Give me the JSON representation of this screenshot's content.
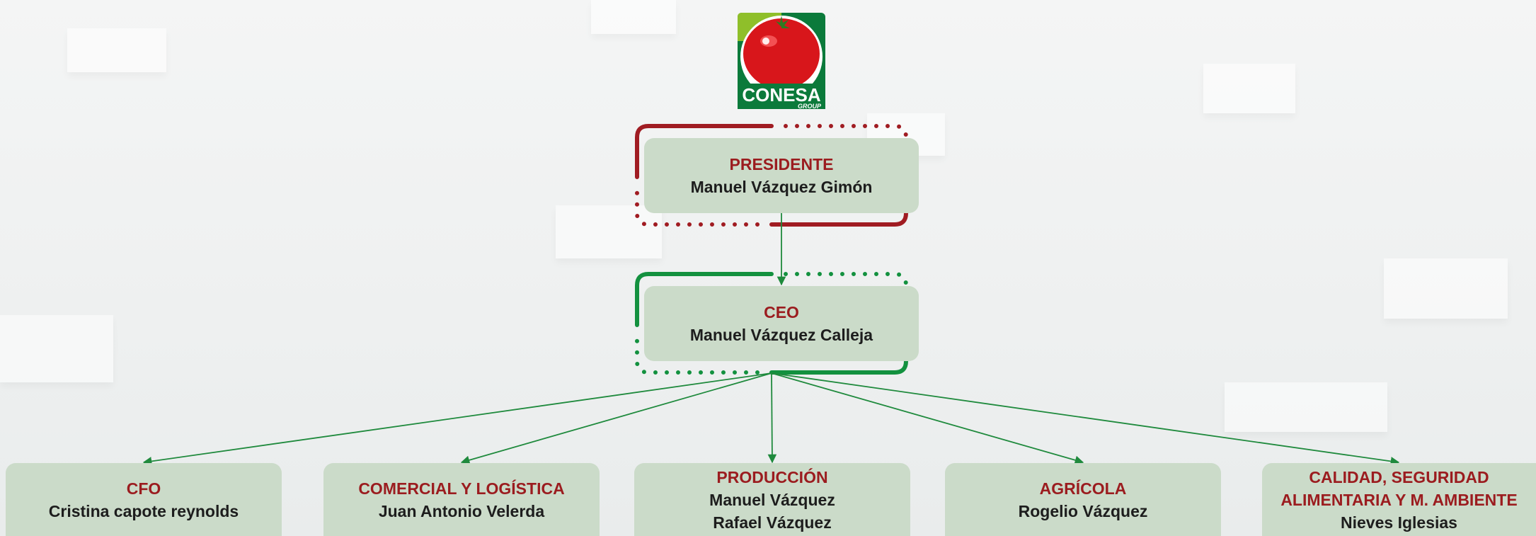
{
  "logo": {
    "brand": "CONESA",
    "sub": "GROUP",
    "colors": {
      "tomato": "#d8161b",
      "green": "#0b7a3b",
      "leaf_bg": "#8fbf2a"
    }
  },
  "colors": {
    "node_bg": "#cbdbc9",
    "role_text": "#9b1c1f",
    "name_text": "#1d1d1d",
    "president_frame": "#a01c22",
    "ceo_frame": "#13913f",
    "connector": "#1f8a3d"
  },
  "org": {
    "president": {
      "role": "PRESIDENTE",
      "name": "Manuel Vázquez Gimón"
    },
    "ceo": {
      "role": "CEO",
      "name": "Manuel Vázquez Calleja"
    },
    "departments": [
      {
        "role": "CFO",
        "names": [
          "Cristina capote reynolds"
        ]
      },
      {
        "role": "COMERCIAL Y LOGÍSTICA",
        "names": [
          "Juan Antonio Velerda"
        ]
      },
      {
        "role": "PRODUCCIÓN",
        "names": [
          "Manuel Vázquez",
          "Rafael Vázquez"
        ]
      },
      {
        "role": "AGRÍCOLA",
        "names": [
          "Rogelio Vázquez"
        ]
      },
      {
        "role": "CALIDAD, SEGURIDAD ALIMENTARIA Y M. AMBIENTE",
        "names": [
          "Nieves Iglesias"
        ]
      }
    ]
  }
}
